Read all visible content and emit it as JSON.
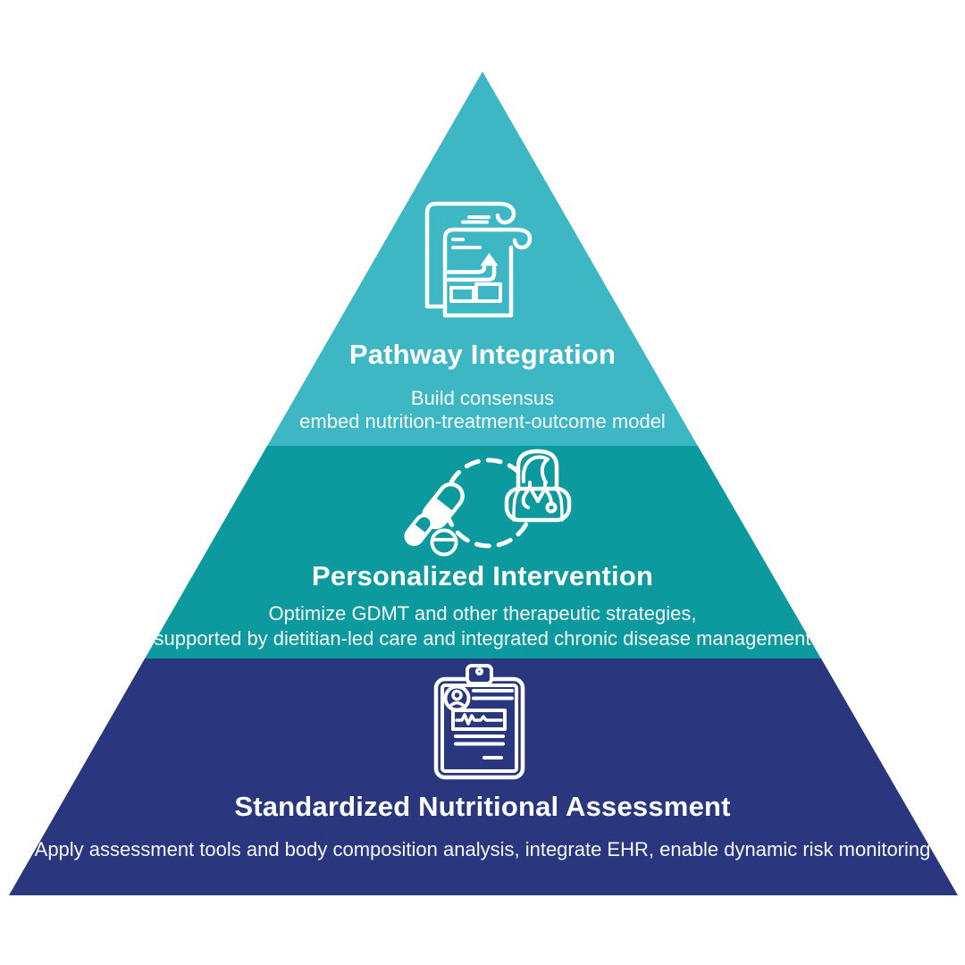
{
  "page": {
    "background_color": "#FFFFFF"
  },
  "diagram": {
    "type": "pyramid",
    "text_color": "#FFFFFF",
    "icon_stroke_color": "#FFFFFF",
    "tiers": [
      {
        "id": "pathway-integration",
        "title": "Pathway Integration",
        "lines": [
          "Build consensus",
          "embed nutrition-treatment-outcome model"
        ],
        "color": "#3DB7C4",
        "icon": "document-report-icon"
      },
      {
        "id": "personalized-intervention",
        "title": "Personalized Intervention",
        "lines": [
          "Optimize GDMT and other therapeutic strategies,",
          "supported by dietitian-led care and integrated chronic disease management"
        ],
        "color": "#0C9A9E",
        "icon": "medication-doctor-icon"
      },
      {
        "id": "standardized-nutritional-assessment",
        "title": "Standardized Nutritional Assessment",
        "lines": [
          "Apply assessment tools and body composition analysis, integrate EHR, enable dynamic risk monitoring"
        ],
        "color": "#2A377E",
        "icon": "clipboard-assessment-icon"
      }
    ]
  }
}
